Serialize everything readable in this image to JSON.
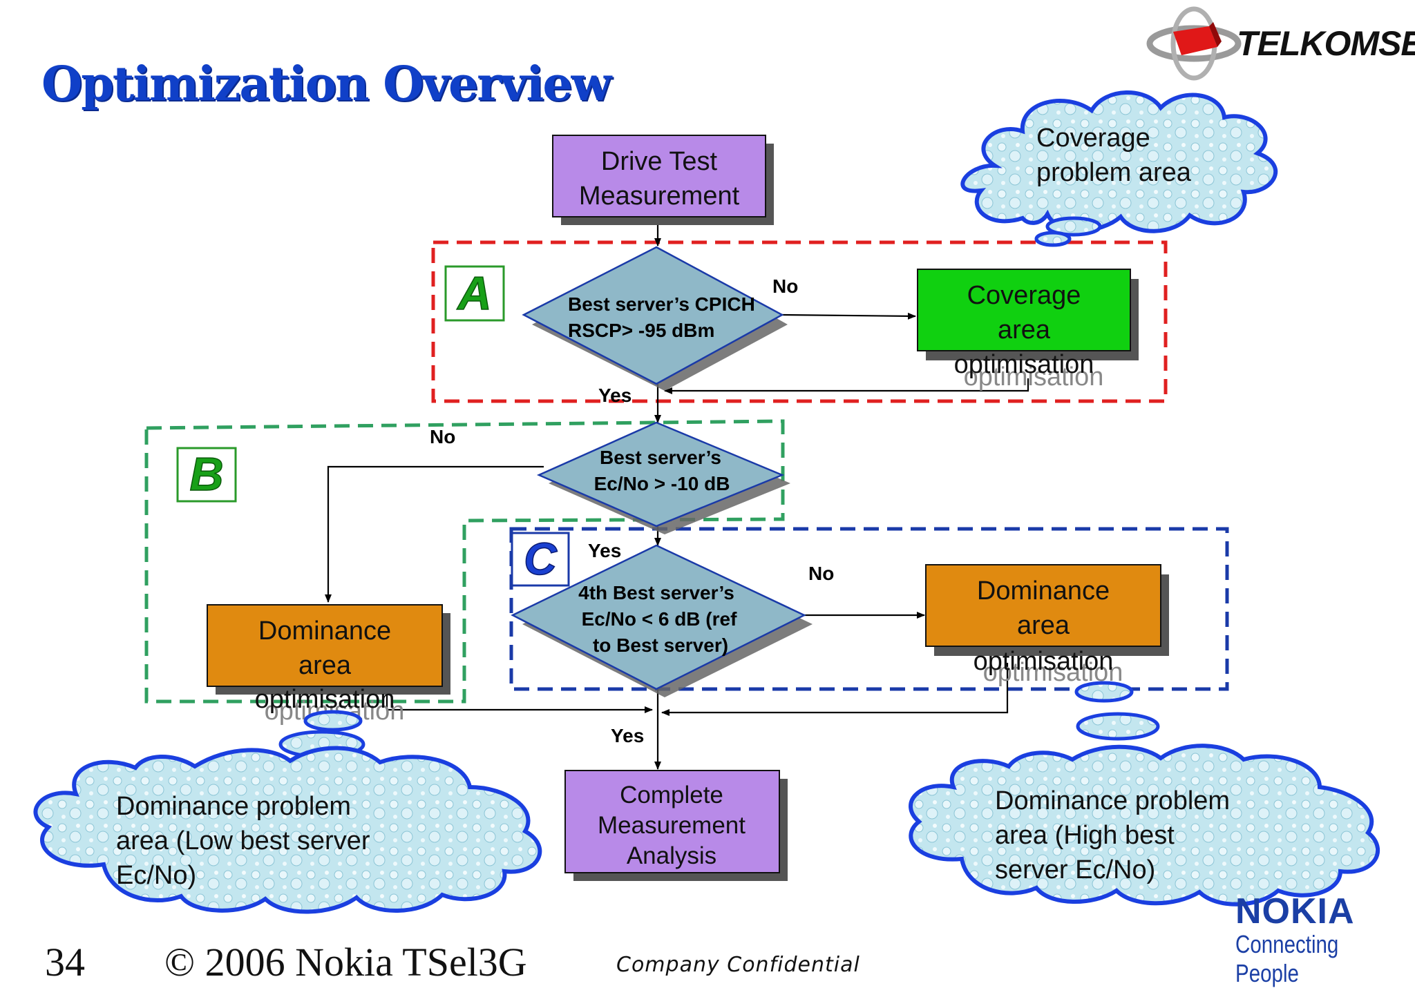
{
  "title": "Optimization Overview",
  "brand": {
    "operator": "TELKOMSEL",
    "vendor": "NOKIA",
    "vendor_tagline": "Connecting People"
  },
  "footer": {
    "page_number": "34",
    "copyright": "© 2006  Nokia TSel3G",
    "confidential": "Company  Confidential"
  },
  "flow": {
    "start_line1": "Drive Test",
    "start_line2": "Measurement",
    "decision_a_line1": "Best server’s CPICH",
    "decision_a_line2": "RSCP> -95 dBm",
    "decision_b_line1": "Best server’s",
    "decision_b_line2": "Ec/No > -10 dB",
    "decision_c_line1": "4th Best server’s",
    "decision_c_line2": "Ec/No < 6 dB (ref",
    "decision_c_line3": "to Best server)",
    "coverage_opt_line1": "Coverage",
    "coverage_opt_line2": "area",
    "coverage_opt_line3": "optimisation",
    "dom_low_line1": "Dominance",
    "dom_low_line2": "area",
    "dom_low_line3": "optimisation",
    "dom_high_line1": "Dominance",
    "dom_high_line2": "area",
    "dom_high_line3": "optimisation",
    "end_line1": "Complete",
    "end_line2": "Measurement",
    "end_line3": "Analysis",
    "label_no": "No",
    "label_yes": "Yes"
  },
  "markers": {
    "a": "A",
    "b": "B",
    "c": "C"
  },
  "callouts": {
    "coverage_line1": "Coverage",
    "coverage_line2": "problem area",
    "dom_low_line1": "Dominance problem",
    "dom_low_line2": "area (Low best server",
    "dom_low_line3": "Ec/No)",
    "dom_high_line1": "Dominance problem",
    "dom_high_line2": "area (High best",
    "dom_high_line3": "server Ec/No)"
  },
  "colors": {
    "title": "#1040c8",
    "process_purple": "#b88ae8",
    "process_green": "#10d010",
    "process_orange": "#e08a10",
    "decision": "#8fb8c8",
    "region_a": "#e02020",
    "region_b": "#30a060",
    "region_c": "#1a3aa8",
    "cloud_fill": "#bfe4ee",
    "cloud_stroke": "#1a3fe0"
  }
}
